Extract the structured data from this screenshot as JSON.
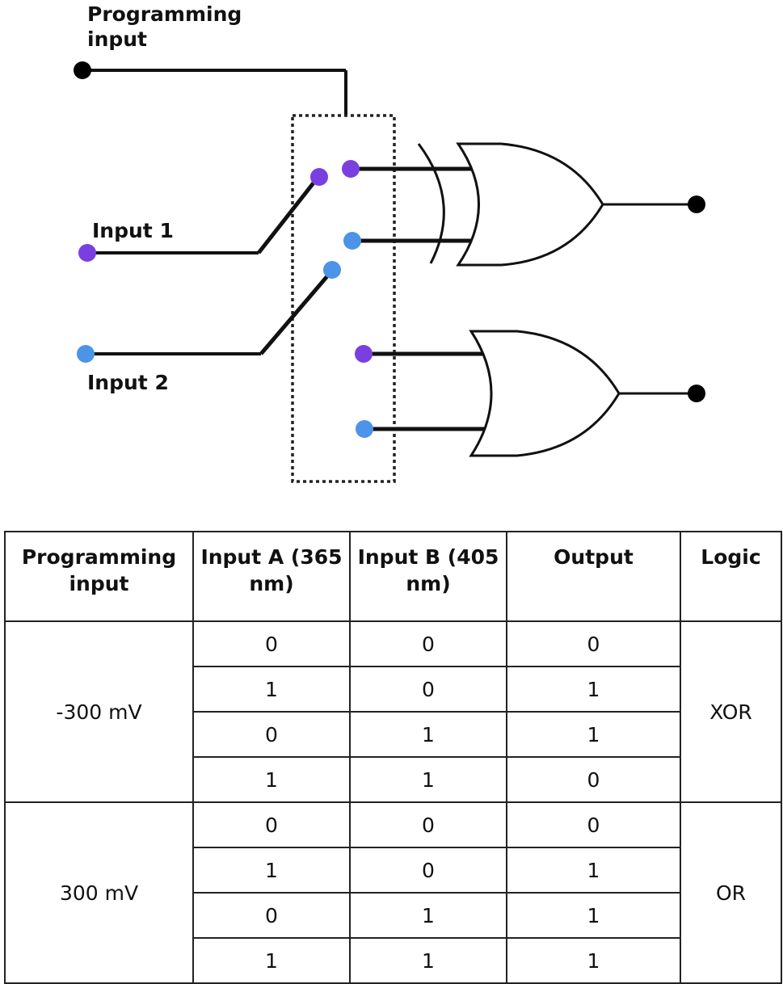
{
  "labels": {
    "programming_input": "Programming input",
    "input_1": "Input 1",
    "input_2": "Input 2"
  },
  "colors": {
    "purple_terminal": "#7a3fe0",
    "blue_terminal": "#4d93e8",
    "black_terminal": "#000000"
  },
  "table": {
    "headers": {
      "programming": "Programming input",
      "input_a": "Input A (365 nm)",
      "input_b": "Input B (405 nm)",
      "output": "Output",
      "logic": "Logic"
    },
    "groups": [
      {
        "programming": "-300 mV",
        "logic": "XOR",
        "rows": [
          {
            "a": "0",
            "b": "0",
            "out": "0"
          },
          {
            "a": "1",
            "b": "0",
            "out": "1"
          },
          {
            "a": "0",
            "b": "1",
            "out": "1"
          },
          {
            "a": "1",
            "b": "1",
            "out": "0"
          }
        ]
      },
      {
        "programming": "300 mV",
        "logic": "OR",
        "rows": [
          {
            "a": "0",
            "b": "0",
            "out": "0"
          },
          {
            "a": "1",
            "b": "0",
            "out": "1"
          },
          {
            "a": "0",
            "b": "1",
            "out": "1"
          },
          {
            "a": "1",
            "b": "1",
            "out": "1"
          }
        ]
      }
    ]
  }
}
